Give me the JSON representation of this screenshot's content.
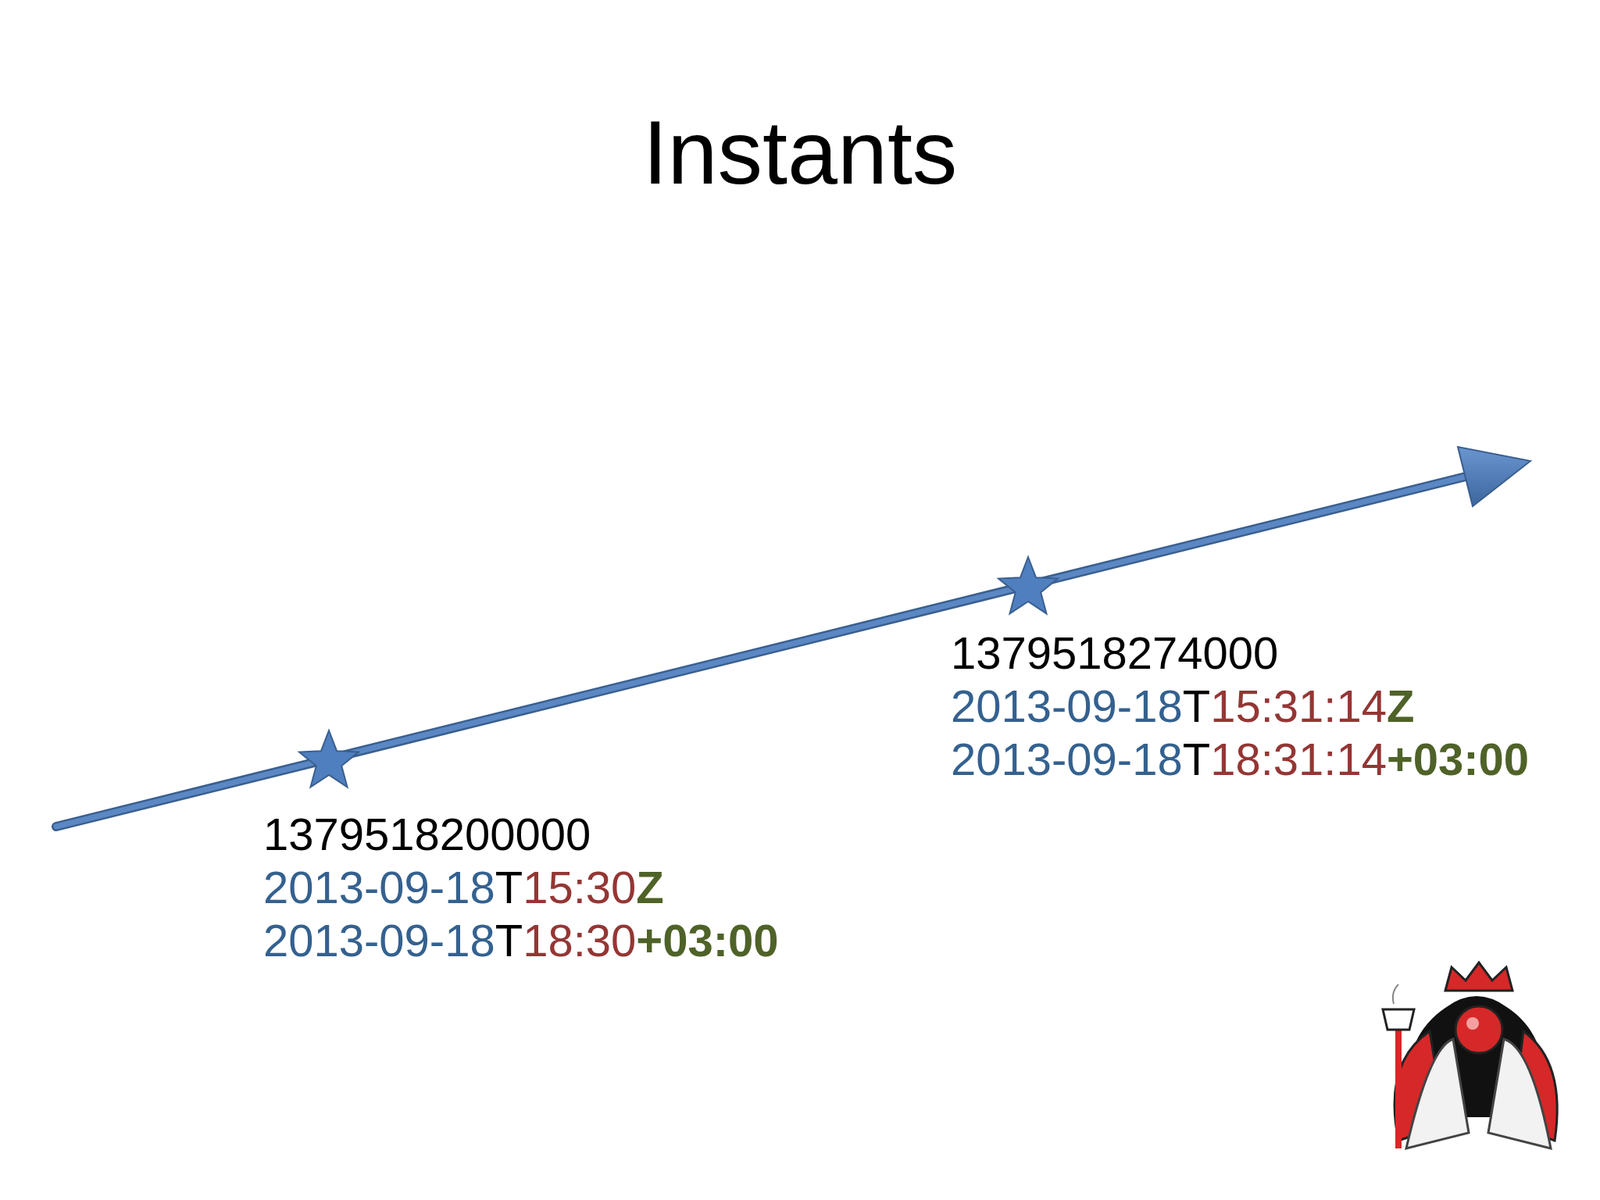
{
  "diagram": {
    "title": "Instants",
    "labels": [
      "1379518200000",
      "2013-09-18",
      "T",
      "15:30",
      "Z",
      "2013-09-18",
      "T",
      "18:30",
      "+03:00",
      "1379518274000",
      "2013-09-18",
      "T",
      "15:31:14",
      "Z",
      "2013-09-18",
      "T",
      "18:31:14",
      "+03:00"
    ]
  }
}
